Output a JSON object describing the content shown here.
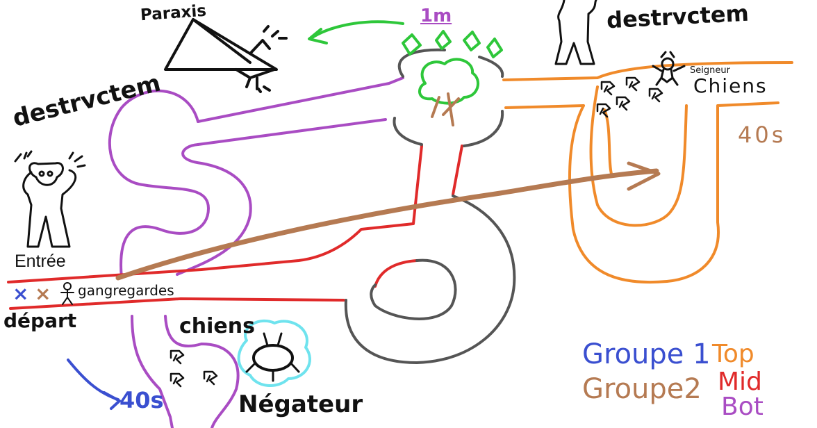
{
  "labels": {
    "paraxis": "Paraxis",
    "timer_1m": "1m",
    "destructeur_top": "destrvctem",
    "destructeur_left": "destrvctem",
    "entree": "Entrée",
    "seigneur_chiens_small": "Seigneur",
    "seigneur_chiens_big": "Chiens",
    "timer_40s_right": "40s",
    "start_markers": [
      "×",
      "×"
    ],
    "gangregardes": "gangregardes",
    "depart": "départ",
    "chiens": "chiens",
    "timer_40s_bottom": "40s",
    "negateur": "Négateur"
  },
  "legend": {
    "groupe1": "Groupe 1",
    "groupe2": "Groupe2",
    "top": "Top",
    "mid": "Mid",
    "bot": "Bot"
  },
  "colors": {
    "top": "#f08a2a",
    "mid": "#e02a2a",
    "bot": "#a94cc3",
    "groupe1": "#3a4fd0",
    "groupe2": "#b57a52",
    "green": "#2ec73a",
    "gray": "#555555",
    "cyan": "#6fe3ee",
    "black": "#111111"
  }
}
